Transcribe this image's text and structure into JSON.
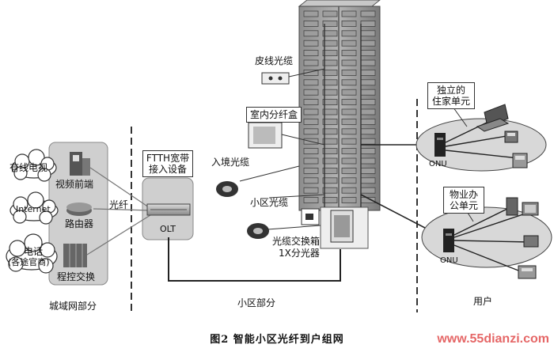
{
  "labels": {
    "cable_drop": "皮线光缆",
    "indoor_box": "室内分纤盒",
    "indoor_cable": "入境光缆",
    "district_cable": "小区光缆",
    "cross_box_line1": "光缆交换箱",
    "cross_box_line2": "1X分光器",
    "ftth_line1": "FTTH宽带",
    "ftth_line2": "接入设备",
    "olt": "OLT",
    "fiber": "光纤",
    "catv": "有线电视",
    "video_head": "视频前端",
    "internet": "Internet",
    "router": "路由器",
    "phone_line1": "电话",
    "phone_line2": "(各途官商)",
    "switch": "程控交换",
    "home_line1": "独立的",
    "home_line2": "住家单元",
    "office_line1": "物业办",
    "office_line2": "公单元",
    "onu_top": "ONU",
    "onu_bottom": "ONU"
  },
  "sections": {
    "metro": "城域网部分",
    "district": "小区部分",
    "user": "用户"
  },
  "caption": "图2   智能小区光纤到户组网",
  "watermark": "www.55dianzi.com"
}
